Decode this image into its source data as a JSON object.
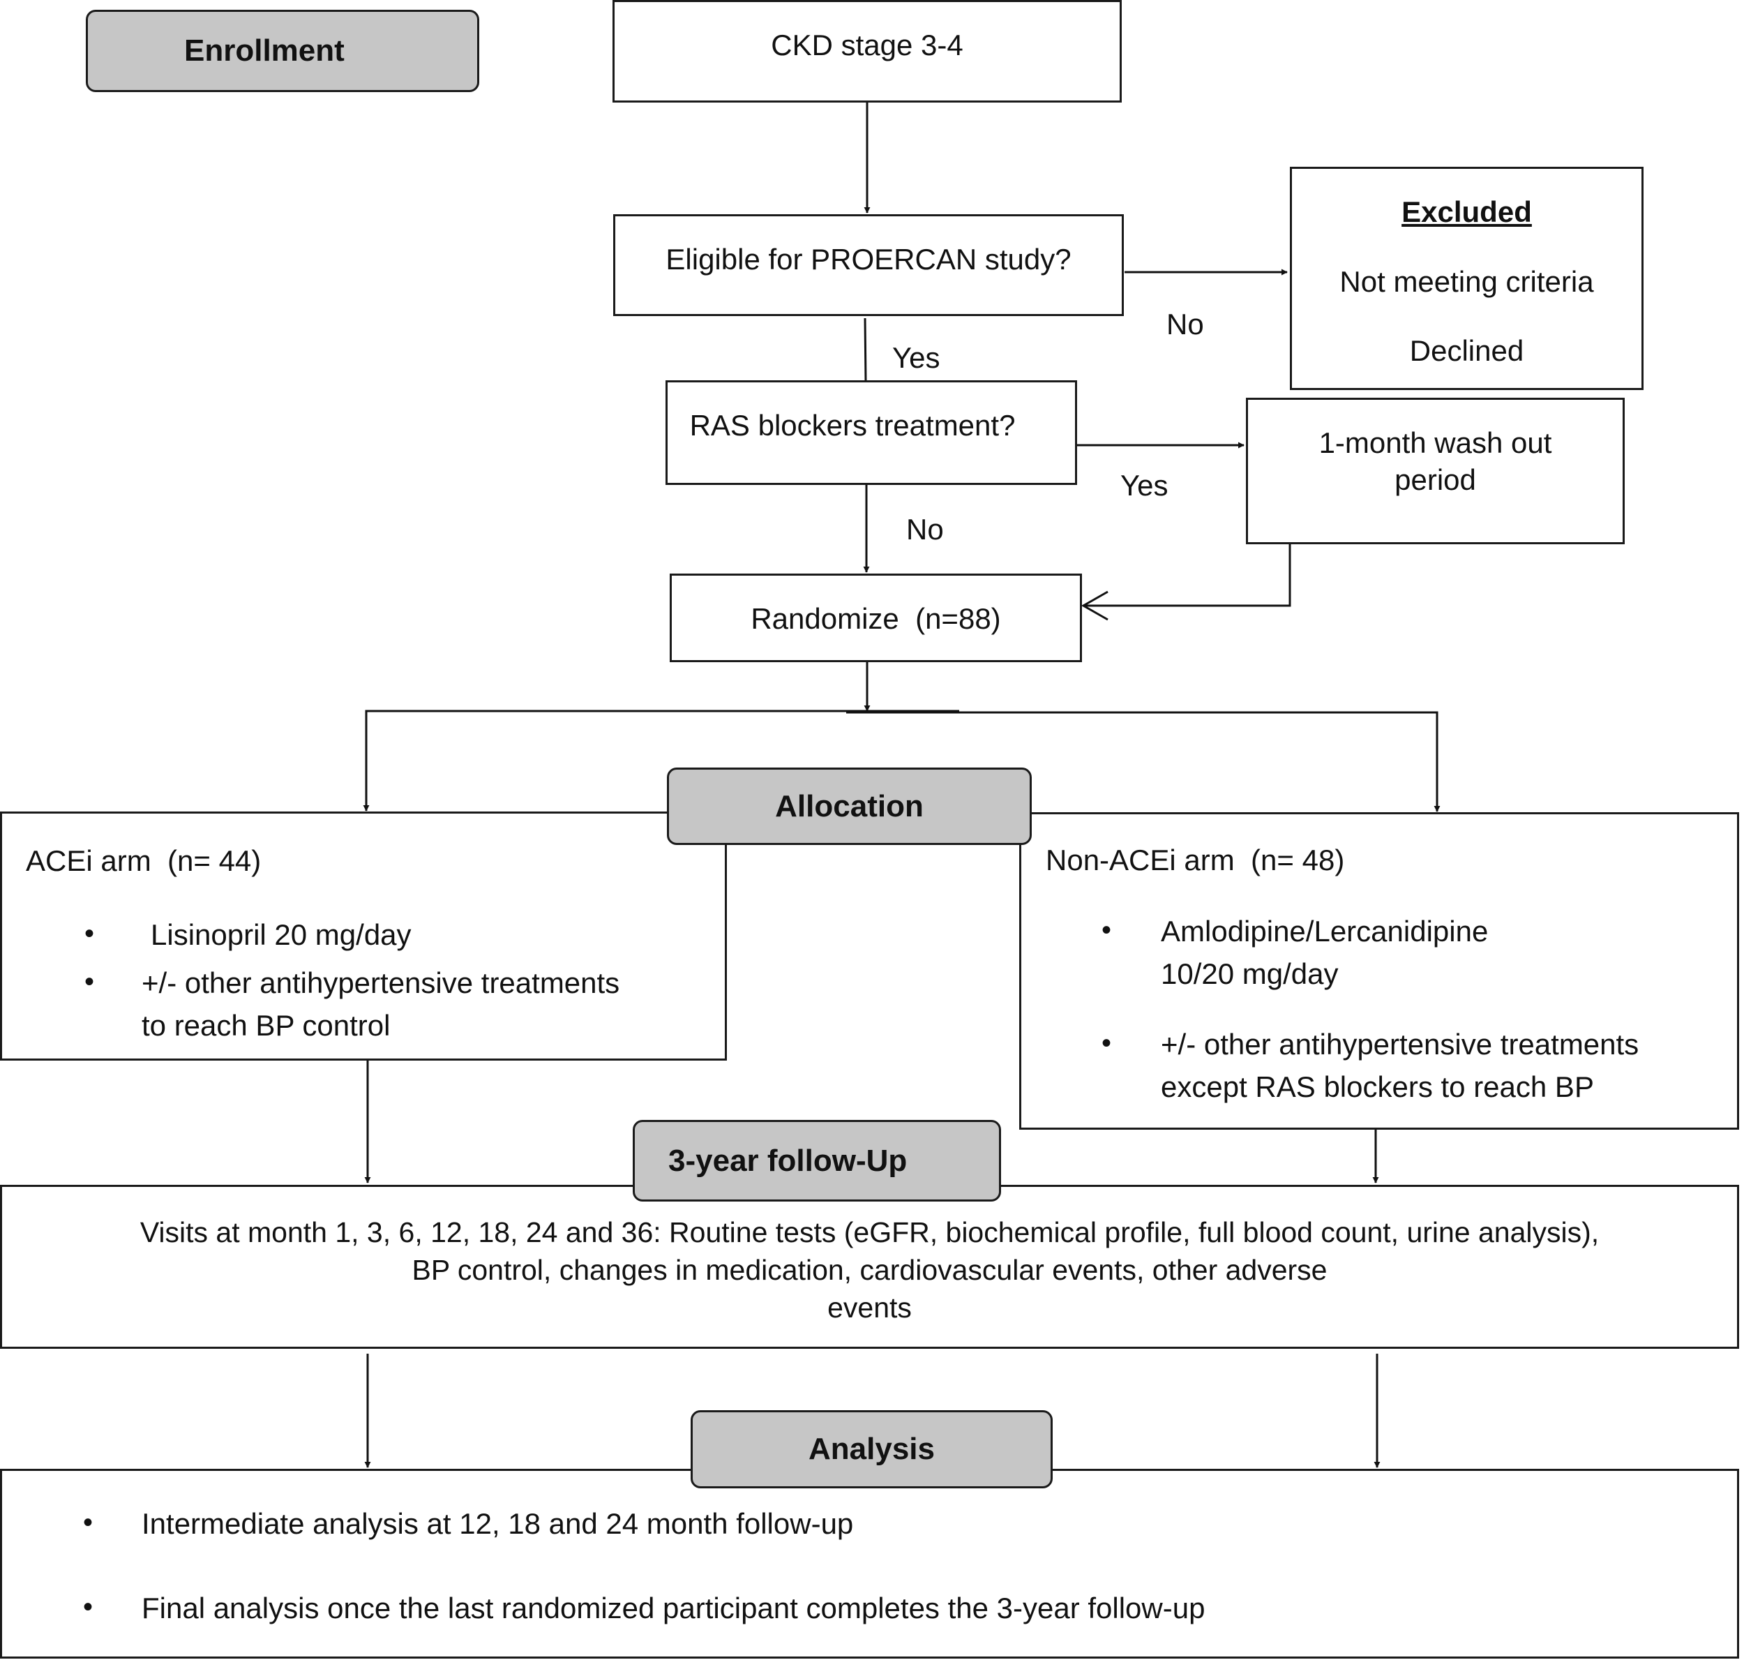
{
  "stages": {
    "enrollment": "Enrollment",
    "allocation": "Allocation",
    "follow_up": "3-year follow-Up",
    "analysis": "Analysis"
  },
  "nodes": {
    "ckd": "CKD stage 3-4",
    "eligible": "Eligible for PROERCAN study?",
    "excluded": {
      "title": "Excluded",
      "items": [
        "Not meeting criteria",
        "Declined"
      ]
    },
    "ras": "RAS blockers treatment?",
    "washout": [
      "1-month wash out",
      "period"
    ],
    "randomize": "Randomize  (n=88)"
  },
  "edge_labels": {
    "eligible_no": "No",
    "eligible_yes": "Yes",
    "ras_yes": "Yes",
    "ras_no": "No"
  },
  "arms": {
    "acei": {
      "title": "ACEi arm  (n= 44)",
      "bullets": [
        [
          "Lisinopril 20 mg/day"
        ],
        [
          "+/- other antihypertensive treatments",
          "to reach BP control"
        ]
      ]
    },
    "non_acei": {
      "title": "Non-ACEi arm  (n= 48)",
      "bullets": [
        [
          "Amlodipine/Lercanidipine",
          "10/20 mg/day"
        ],
        [
          "+/- other antihypertensive treatments",
          "except RAS blockers to reach BP"
        ]
      ]
    }
  },
  "follow_up_text": [
    "Visits at month 1, 3, 6, 12, 18, 24 and 36: Routine tests (eGFR, biochemical profile, full blood count, urine analysis),",
    "BP control, changes in medication, cardiovascular events, other adverse",
    "events"
  ],
  "analysis_items": [
    "Intermediate analysis at 12, 18 and 24 month follow-up",
    "Final analysis once the last randomized participant completes the 3-year follow-up"
  ],
  "bullet_symbol": "•"
}
